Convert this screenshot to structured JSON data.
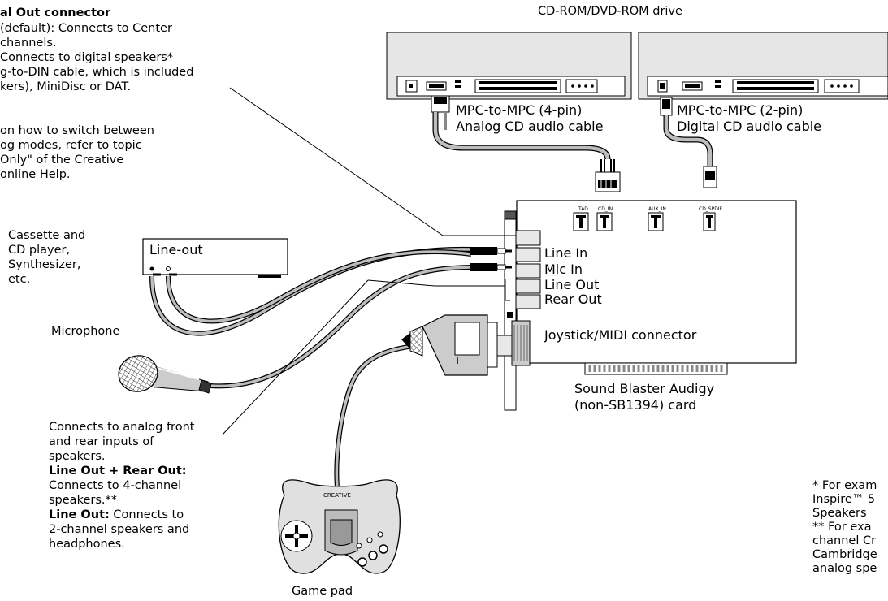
{
  "intro": {
    "title": "al Out connector",
    "lines": [
      "(default): Connects to Center",
      "channels.",
      "Connects to digital speakers*",
      "g-to-DIN cable, which is included",
      "kers), MiniDisc or DAT."
    ],
    "note_lines": [
      "on how to switch between",
      "og modes, refer to topic",
      "Only\" of the Creative",
      "online Help."
    ]
  },
  "drives": {
    "title": "CD-ROM/DVD-ROM drive",
    "analog_cable": [
      "MPC-to-MPC (4-pin)",
      "Analog CD audio cable"
    ],
    "digital_cable": [
      "MPC-to-MPC (2-pin)",
      "Digital CD audio cable"
    ]
  },
  "cassette": {
    "lines": [
      "Cassette and",
      "CD player,",
      "Synthesizer,",
      "etc."
    ],
    "box_label": "Line-out"
  },
  "microphone_label": "Microphone",
  "card": {
    "header_labels": [
      "TAD",
      "CD_IN",
      "AUX_IN",
      "CD_SPDIF"
    ],
    "jacks": [
      "Line In",
      "Mic In",
      "Line Out",
      "Rear Out"
    ],
    "joystick": "Joystick/MIDI connector",
    "name_lines": [
      "Sound Blaster Audigy",
      "(non-SB1394) card"
    ]
  },
  "outputs_note": {
    "line1": "Connects to analog front",
    "line2": "and rear inputs of",
    "line3": "speakers.",
    "lr_bold": "Line Out + Rear Out:",
    "lr_line1": "Connects to 4-channel",
    "lr_line2": "speakers.**",
    "lo_bold": "Line Out:",
    "lo_rest": " Connects to",
    "lo_line2": "2-channel speakers and",
    "lo_line3": "headphones."
  },
  "gamepad": {
    "label": "Game pad",
    "brand": "CREATIVE"
  },
  "footnotes": [
    "* For exam",
    "Inspire™ 5",
    "Speakers",
    "** For exa",
    "channel Cr",
    "Cambridge",
    "analog spe"
  ]
}
